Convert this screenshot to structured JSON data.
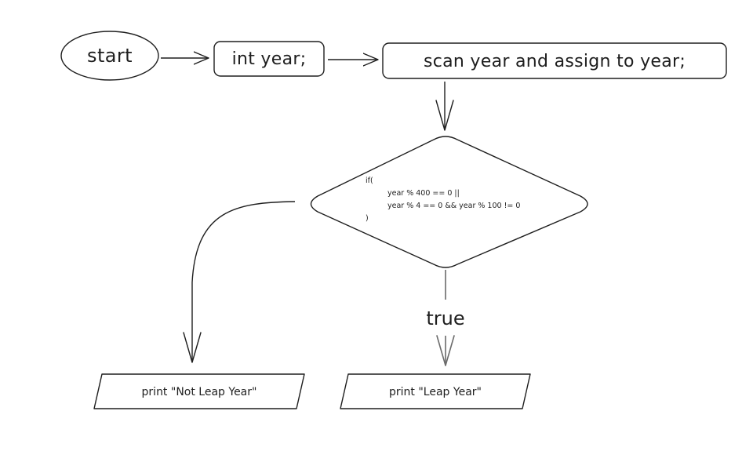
{
  "colors": {
    "stroke": "#1e1e1e",
    "stroke_muted": "#6b6b6b",
    "background": "#ffffff"
  },
  "nodes": {
    "start": {
      "text": "start",
      "shape": "ellipse"
    },
    "declare": {
      "text": "int year;",
      "shape": "rounded-rectangle"
    },
    "scan": {
      "text": "scan year and assign to year;",
      "shape": "rounded-rectangle"
    },
    "condition": {
      "shape": "diamond",
      "lines": [
        "if(",
        "year % 400 == 0 ||",
        "year % 4 == 0 && year % 100 != 0",
        ")"
      ]
    },
    "not_leap": {
      "text": "print \"Not Leap Year\"",
      "shape": "parallelogram"
    },
    "leap": {
      "text": "print \"Leap Year\"",
      "shape": "parallelogram"
    }
  },
  "edges": {
    "true_label": "true"
  }
}
